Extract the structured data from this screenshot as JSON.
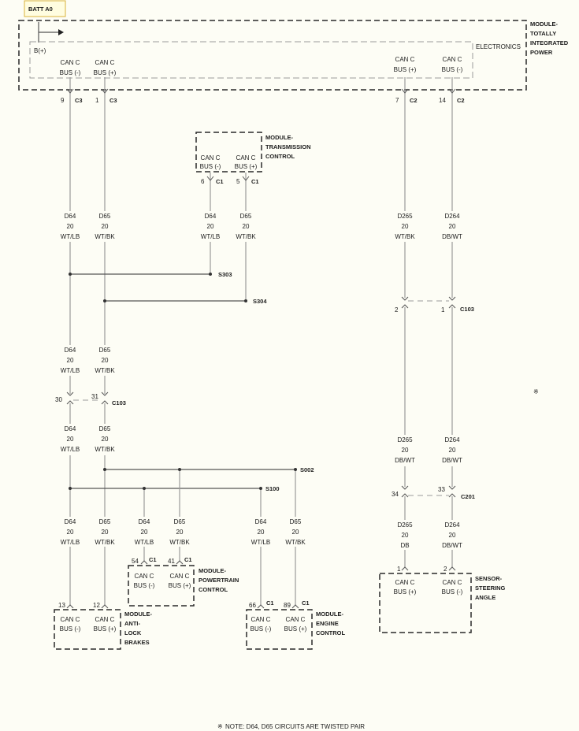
{
  "batt_label": "BATT A0",
  "tipm": {
    "name": [
      "MODULE-",
      "TOTALLY",
      "INTEGRATED",
      "POWER"
    ],
    "electronics": "ELECTRONICS",
    "bplus": "B(+)",
    "pins": [
      {
        "l1": "CAN C",
        "l2": "BUS (-)",
        "pin": "9",
        "conn": "C3"
      },
      {
        "l1": "CAN C",
        "l2": "BUS (+)",
        "pin": "1",
        "conn": "C3"
      },
      {
        "l1": "CAN C",
        "l2": "BUS (+)",
        "pin": "7",
        "conn": "C2"
      },
      {
        "l1": "CAN C",
        "l2": "BUS (-)",
        "pin": "14",
        "conn": "C2"
      }
    ]
  },
  "tcm": {
    "name": [
      "MODULE-",
      "TRANSMISSION",
      "CONTROL"
    ],
    "pins": [
      {
        "l1": "CAN C",
        "l2": "BUS (-)",
        "pin": "6",
        "conn": "C1"
      },
      {
        "l1": "CAN C",
        "l2": "BUS (+)",
        "pin": "5",
        "conn": "C1"
      }
    ]
  },
  "pcm": {
    "name": [
      "MODULE-",
      "POWERTRAIN",
      "CONTROL"
    ],
    "pins": [
      {
        "l1": "CAN C",
        "l2": "BUS (-)",
        "pin": "54",
        "conn": "C1"
      },
      {
        "l1": "CAN C",
        "l2": "BUS (+)",
        "pin": "41",
        "conn": "C1"
      }
    ]
  },
  "abs": {
    "name": [
      "MODULE-",
      "ANTI-",
      "LOCK",
      "BRAKES"
    ],
    "pins": [
      {
        "l1": "CAN C",
        "l2": "BUS (-)",
        "pin": "13"
      },
      {
        "l1": "CAN C",
        "l2": "BUS (+)",
        "pin": "12"
      }
    ]
  },
  "ecm": {
    "name": [
      "MODULE-",
      "ENGINE",
      "CONTROL"
    ],
    "pins": [
      {
        "l1": "CAN C",
        "l2": "BUS (-)",
        "pin": "66",
        "conn": "C1"
      },
      {
        "l1": "CAN C",
        "l2": "BUS (+)",
        "pin": "89",
        "conn": "C1"
      }
    ]
  },
  "sas": {
    "name": [
      "SENSOR-",
      "STEERING",
      "ANGLE"
    ],
    "pins": [
      {
        "l1": "CAN C",
        "l2": "BUS (+)",
        "pin": "1"
      },
      {
        "l1": "CAN C",
        "l2": "BUS (-)",
        "pin": "2"
      }
    ]
  },
  "wire_labels": {
    "tipm_m": [
      "D64",
      "20",
      "WT/LB"
    ],
    "tipm_p": [
      "D65",
      "20",
      "WT/BK"
    ],
    "tcm_m": [
      "D64",
      "20",
      "WT/LB"
    ],
    "tcm_p": [
      "D65",
      "20",
      "WT/BK"
    ],
    "d265a": [
      "D265",
      "20",
      "WT/BK"
    ],
    "d264a": [
      "D264",
      "20",
      "DB/WT"
    ],
    "mid_m": [
      "D64",
      "20",
      "WT/LB"
    ],
    "mid_p": [
      "D65",
      "20",
      "WT/BK"
    ],
    "low_m": [
      "D64",
      "20",
      "WT/LB"
    ],
    "low_p": [
      "D65",
      "20",
      "WT/BK"
    ],
    "d265b": [
      "D265",
      "20",
      "DB/WT"
    ],
    "d264b": [
      "D264",
      "20",
      "DB/WT"
    ],
    "abs_m": [
      "D64",
      "20",
      "WT/LB"
    ],
    "abs_p": [
      "D65",
      "20",
      "WT/BK"
    ],
    "pcm_m": [
      "D64",
      "20",
      "WT/LB"
    ],
    "pcm_p": [
      "D65",
      "20",
      "WT/BK"
    ],
    "ecm_m": [
      "D64",
      "20",
      "WT/LB"
    ],
    "ecm_p": [
      "D65",
      "20",
      "WT/BK"
    ],
    "d265c": [
      "D265",
      "20",
      "DB"
    ],
    "d264c": [
      "D264",
      "20",
      "DB/WT"
    ]
  },
  "splices": {
    "s303": "S303",
    "s304": "S304",
    "s002": "S002",
    "s100": "S100"
  },
  "c103": {
    "pin_m": "30",
    "pin_p": "31",
    "pin_r1": "2",
    "pin_r2": "1",
    "name": "C103"
  },
  "c201": {
    "pin_1": "34",
    "pin_2": "33",
    "name": "C201"
  },
  "note": {
    "symbol": "※",
    "text": "NOTE:  D64, D65   CIRCUITS ARE TWISTED PAIR"
  }
}
